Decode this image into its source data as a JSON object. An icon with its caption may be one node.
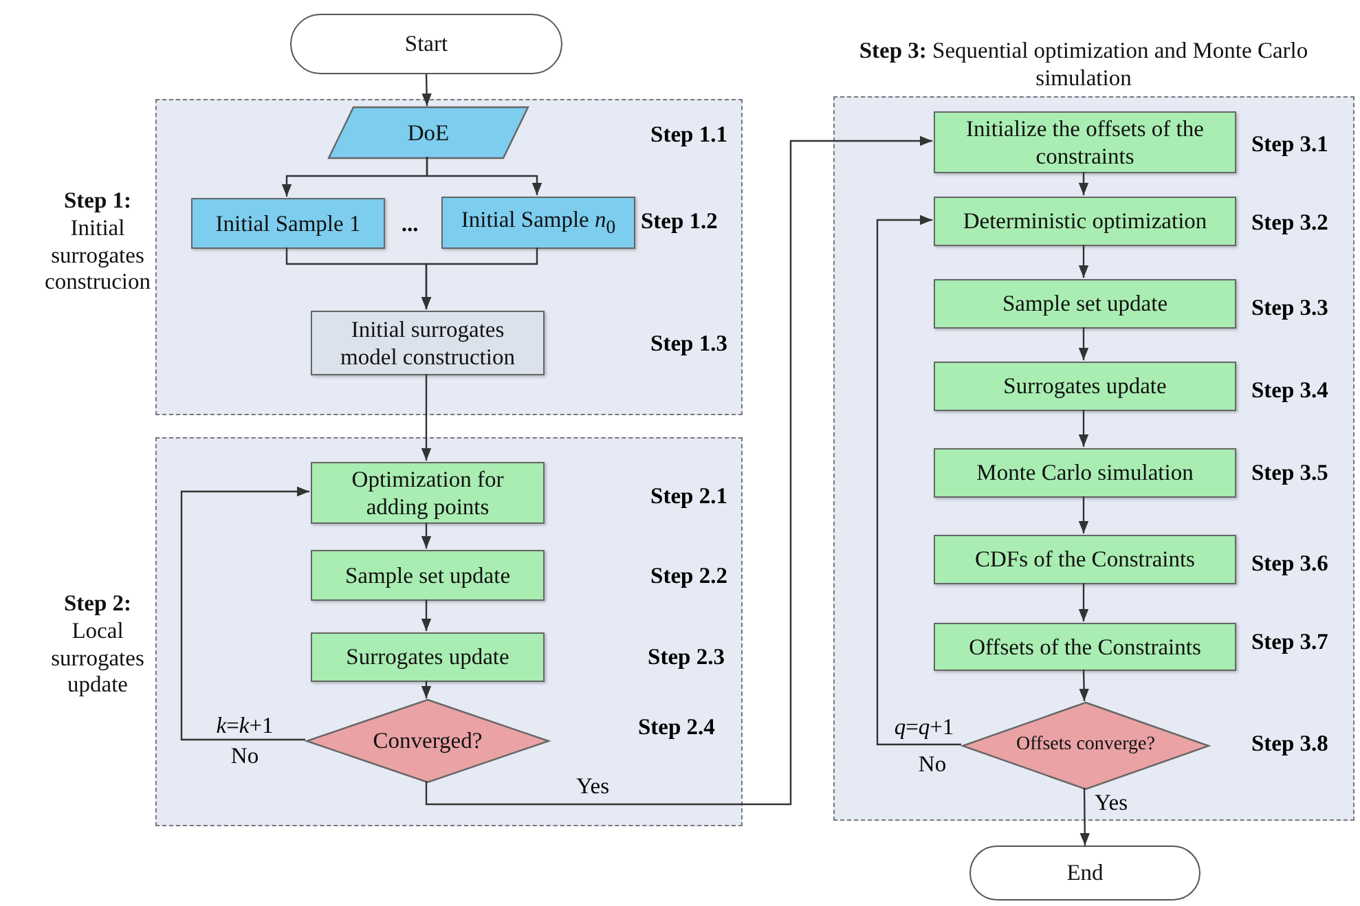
{
  "diagram": {
    "nodes": [
      {
        "text": [
          "Start"
        ]
      },
      {
        "text": [
          "**Step 1:** Initial surrogates construcion"
        ]
      },
      {
        "text": [
          "DoE"
        ],
        "in": 1
      },
      {
        "text": [
          "Initial Sample 1"
        ],
        "in": 1
      },
      {
        "text": [
          "Initial Sample *n*$_{0}$"
        ],
        "in": 1,
        "beside": [
          "Step 1.2"
        ]
      },
      {
        "text": [
          "Initial surrogates model construction"
        ],
        "in": 1
      },
      {
        "text": [
          "**Step 2:** Local surrogates update"
        ]
      },
      {
        "text": [
          "Optimization for adding points"
        ],
        "in": 6
      },
      {
        "text": [
          "Sample set update"
        ],
        "in": 6
      },
      {
        "text": [
          "Surrogates update"
        ],
        "in": 6
      },
      {
        "text": [
          "Converged?"
        ],
        "in": 6,
        "beside": [
          "Step 2.4"
        ]
      },
      {
        "text": [
          "**Step 3:** Sequential optimization and Monte Carlo simulation"
        ]
      },
      {
        "text": [
          "Initialize the offsets of the constraints"
        ],
        "in": 11,
        "beside": [
          "Step 3.1"
        ]
      },
      {
        "text": [
          "Deterministic optimization"
        ],
        "in": 11,
        "beside": [
          "Step 3.2"
        ]
      },
      {
        "text": [
          "Sample set update"
        ],
        "in": 11,
        "beside": [
          "Step 3.3"
        ]
      },
      {
        "text": [
          "Surrogates update"
        ],
        "in": 11,
        "beside": [
          "Step 3.4"
        ]
      },
      {
        "text": [
          "Monte Carlo simulation"
        ],
        "in": 11,
        "beside": [
          "Step 3.5"
        ]
      },
      {
        "text": [
          "CDFs of the Constraints"
        ],
        "in": 11,
        "beside": [
          "Step 3.6"
        ]
      },
      {
        "text": [
          "Offsets of the Constraints"
        ],
        "in": 11,
        "beside": [
          "Step 3.7"
        ]
      },
      {
        "text": [
          "Offsets converge?"
        ],
        "in": 11,
        "beside": [
          "Step 3.8"
        ]
      },
      {
        "text": [
          "End"
        ]
      }
    ],
    "edges": [
      {
        "from": 0,
        "to": 2,
        "arrow": "to"
      },
      {
        "from": 2,
        "to": 3,
        "arrow": "to"
      },
      {
        "from": 2,
        "to": 4,
        "arrow": "to"
      },
      {
        "from": 3,
        "to": 5,
        "arrow": "to"
      },
      {
        "from": 4,
        "to": 5,
        "arrow": "to"
      },
      {
        "from": 5,
        "to": 7,
        "arrow": "to"
      },
      {
        "from": 7,
        "to": 8,
        "arrow": "to"
      },
      {
        "from": 8,
        "to": 9,
        "arrow": "to"
      },
      {
        "from": 9,
        "to": 10,
        "arrow": "to"
      },
      {
        "from": 10,
        "to": 7,
        "label": "No",
        "arrow": "to"
      },
      {
        "from": 10,
        "to": 12,
        "label": "Yes",
        "arrow": "to"
      },
      {
        "from": 12,
        "to": 13,
        "arrow": "to"
      },
      {
        "from": 13,
        "to": 14,
        "arrow": "to"
      },
      {
        "from": 14,
        "to": 15,
        "arrow": "to"
      },
      {
        "from": 15,
        "to": 16,
        "arrow": "to"
      },
      {
        "from": 16,
        "to": 17,
        "arrow": "to"
      },
      {
        "from": 17,
        "to": 18,
        "arrow": "to"
      },
      {
        "from": 18,
        "to": 19,
        "arrow": "to"
      },
      {
        "from": 19,
        "to": 13,
        "label": "No",
        "arrow": "to"
      },
      {
        "from": 19,
        "to": 20,
        "label": "Yes",
        "arrow": "to"
      }
    ],
    "labels": [
      "Step 1.1",
      "...",
      "Step 1.3",
      "Step 2.1",
      "Step 2.2",
      "Step 2.3",
      "*k*=*k*+1",
      "*q*=*q*+1"
    ]
  }
}
